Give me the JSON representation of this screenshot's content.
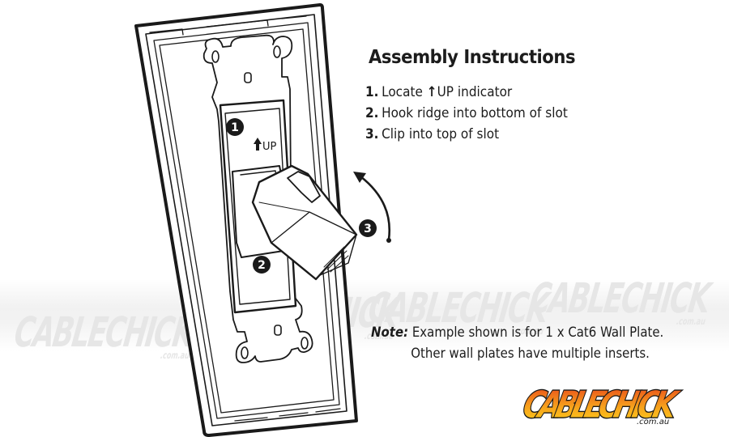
{
  "instructions": {
    "title": "Assembly Instructions",
    "steps": [
      {
        "num": "1.",
        "text_before": "Locate ",
        "arrow_icon": "↑",
        "text_after": "UP indicator"
      },
      {
        "num": "2.",
        "text": "Hook ridge into bottom of slot"
      },
      {
        "num": "3.",
        "text": "Clip into top of slot"
      }
    ]
  },
  "note": {
    "label": "Note:",
    "line1": "Example shown is for 1 x Cat6 Wall Plate.",
    "line2": "Other wall plates have multiple inserts."
  },
  "illustration": {
    "callouts": [
      "1",
      "2",
      "3"
    ],
    "up_label": "UP",
    "description": "Wall plate with keystone insert being clipped into slot"
  },
  "brand": {
    "logo_text": "CABLECHICK",
    "domain": ".com.au",
    "watermark": "CABLECHICK",
    "watermark_domain": ".com.au",
    "colors": {
      "logo_top": "#e8461a",
      "logo_bottom": "#ffd21a",
      "ink": "#1c1c1c"
    }
  }
}
